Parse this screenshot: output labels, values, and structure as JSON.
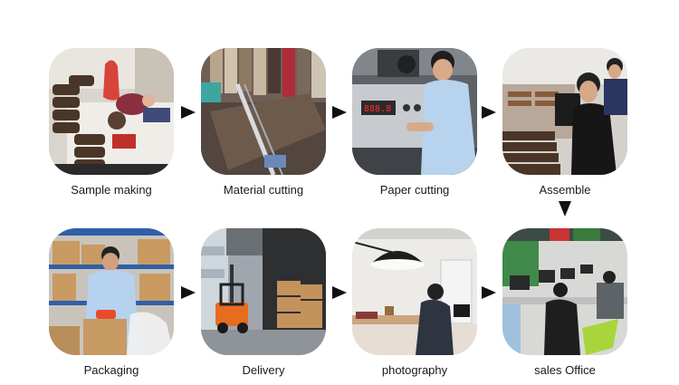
{
  "steps": [
    {
      "label": "Sample making"
    },
    {
      "label": "Material cutting"
    },
    {
      "label": "Paper cutting"
    },
    {
      "label": "Assemble"
    },
    {
      "label": "Packaging"
    },
    {
      "label": "Delivery"
    },
    {
      "label": "photography"
    },
    {
      "label": "sales Office"
    }
  ],
  "machine_display": "888.8"
}
